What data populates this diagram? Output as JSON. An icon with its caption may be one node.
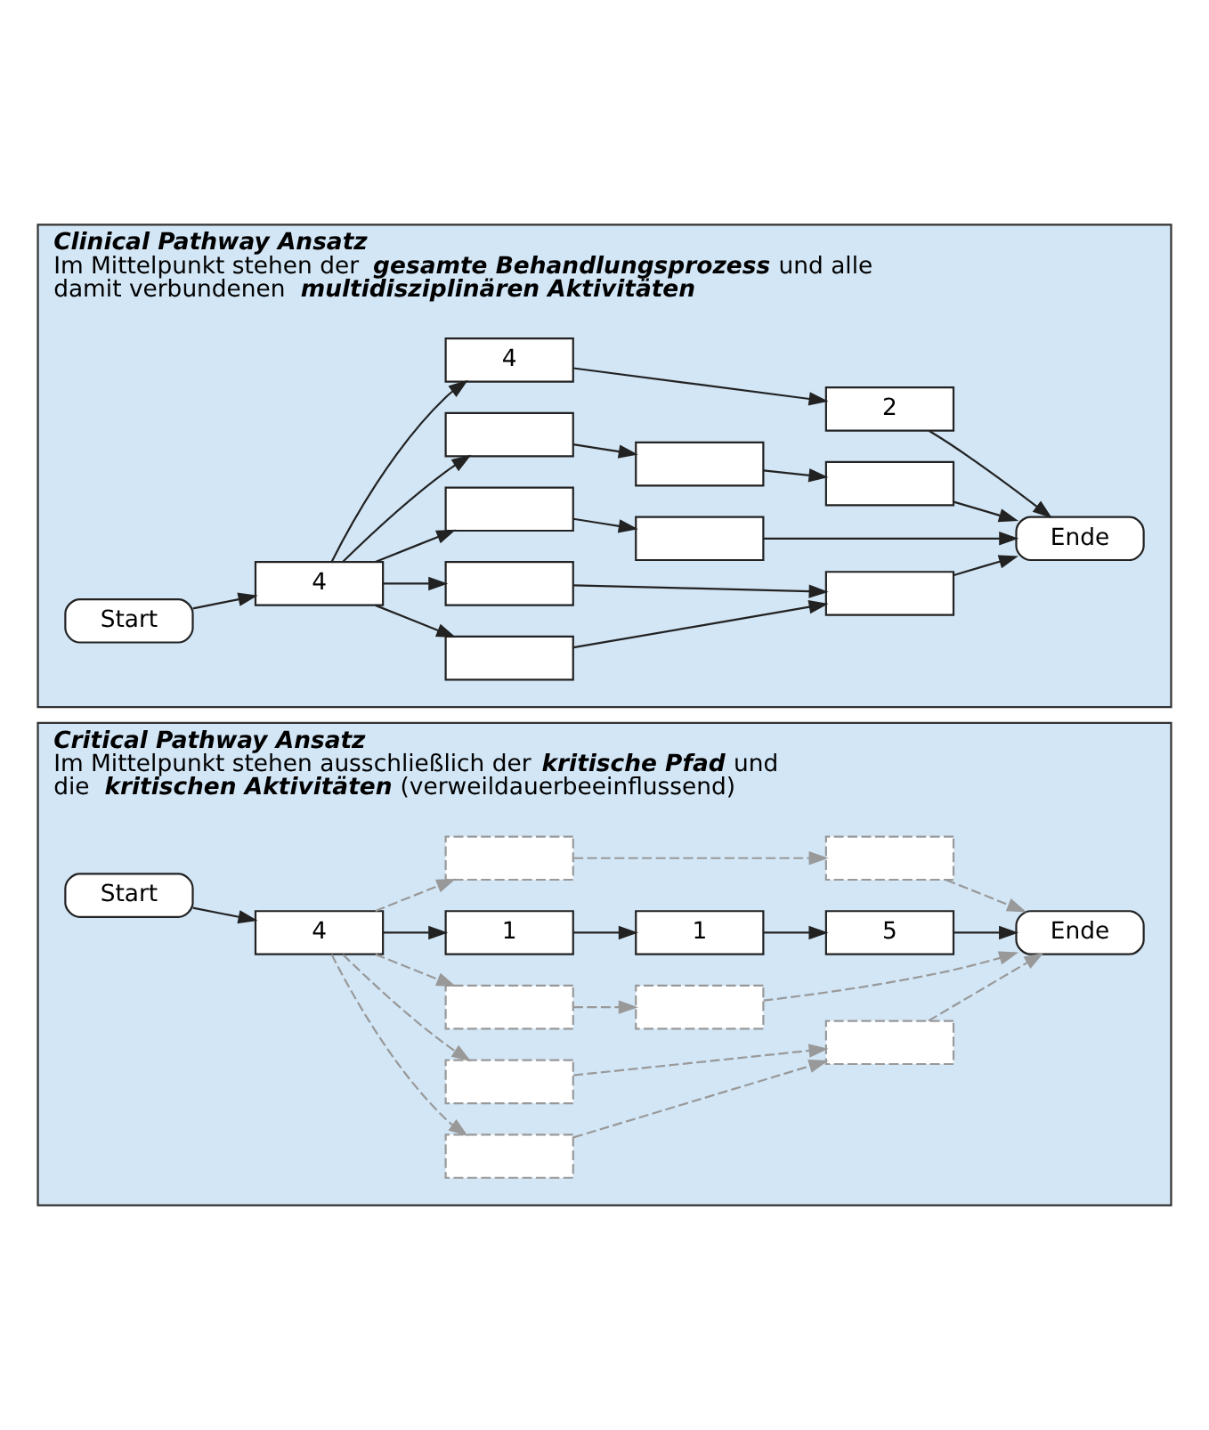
{
  "diagram": {
    "nodes": [
      {
        "text": [
          "Critical Pathway Ansatz",
          "Im Mittelpunkt stehen ausschließlich der **kritische Pfad** und die **kritischen Aktivitäten** (verweildauerbeeinflussend)"
        ]
      },
      {
        "text": [],
        "shape": "box",
        "in": 0
      },
      {
        "text": [],
        "shape": "box",
        "in": 0
      },
      {
        "text": [
          "Start"
        ],
        "in": 0
      },
      {
        "text": [
          "4"
        ],
        "in": 0
      },
      {
        "text": [
          "1"
        ],
        "in": 0
      },
      {
        "text": [
          "1"
        ],
        "in": 0
      },
      {
        "text": [
          "5"
        ],
        "in": 0
      },
      {
        "text": [
          "Ende"
        ],
        "in": 0
      },
      {
        "text": [],
        "shape": "box",
        "in": 0
      },
      {
        "text": [],
        "shape": "box",
        "in": 0
      },
      {
        "text": [],
        "shape": "box",
        "in": 0
      },
      {
        "text": [],
        "shape": "box",
        "in": 0
      },
      {
        "text": [],
        "shape": "box",
        "in": 0
      },
      {
        "text": [
          "Clinical Pathway Ansatz",
          "Im Mittelpunkt stehen der **gesamte Behandlungsprozess** und alle damit verbundenen **multidisziplinären Aktivitäten**"
        ]
      },
      {
        "text": [
          "4"
        ],
        "in": 14
      },
      {
        "text": [
          "2"
        ],
        "in": 14
      },
      {
        "text": [
          "Start"
        ],
        "in": 14
      },
      {
        "text": [
          "4"
        ],
        "in": 14
      },
      {
        "text": [],
        "shape": "box",
        "in": 14
      },
      {
        "text": [],
        "shape": "box",
        "in": 14
      },
      {
        "text": [],
        "shape": "box",
        "in": 14
      },
      {
        "text": [
          "Ende"
        ],
        "in": 14
      },
      {
        "text": [],
        "shape": "box",
        "in": 14
      },
      {
        "text": [],
        "shape": "box",
        "in": 14
      },
      {
        "text": [],
        "shape": "box",
        "in": 14
      },
      {
        "text": [],
        "shape": "box",
        "in": 14
      },
      {
        "text": [],
        "shape": "box",
        "in": 14
      }
    ],
    "edges": [
      {
        "from": 4,
        "to": 1,
        "arrow": "to",
        "style": "dashed",
        "color": "#999999"
      },
      {
        "from": 1,
        "to": 2,
        "arrow": "to",
        "style": "dashed",
        "color": "#999999"
      },
      {
        "from": 2,
        "to": 8,
        "arrow": "to",
        "style": "dashed",
        "color": "#999999"
      },
      {
        "from": 3,
        "to": 4,
        "arrow": "to"
      },
      {
        "from": 4,
        "to": 5,
        "arrow": "to"
      },
      {
        "from": 5,
        "to": 6,
        "arrow": "to"
      },
      {
        "from": 6,
        "to": 7,
        "arrow": "to"
      },
      {
        "from": 7,
        "to": 8,
        "arrow": "to"
      },
      {
        "from": 4,
        "to": 9,
        "arrow": "to",
        "style": "dashed",
        "color": "#999999"
      },
      {
        "from": 9,
        "to": 10,
        "arrow": "to",
        "style": "dashed",
        "color": "#999999"
      },
      {
        "from": 10,
        "to": 8,
        "arrow": "to",
        "style": "dashed",
        "color": "#999999"
      },
      {
        "from": 4,
        "to": 11,
        "arrow": "to",
        "style": "dashed",
        "color": "#999999"
      },
      {
        "from": 11,
        "to": 12,
        "arrow": "to",
        "style": "dashed",
        "color": "#999999"
      },
      {
        "from": 12,
        "to": 8,
        "arrow": "to",
        "style": "dashed",
        "color": "#999999"
      },
      {
        "from": 4,
        "to": 13,
        "arrow": "to",
        "style": "dashed",
        "color": "#999999"
      },
      {
        "from": 13,
        "to": 12,
        "arrow": "to",
        "style": "dashed",
        "color": "#999999"
      },
      {
        "from": 18,
        "to": 15,
        "arrow": "to"
      },
      {
        "from": 15,
        "to": 16,
        "arrow": "to"
      },
      {
        "from": 16,
        "to": 22,
        "arrow": "to"
      },
      {
        "from": 17,
        "to": 18,
        "arrow": "to"
      },
      {
        "from": 18,
        "to": 19,
        "arrow": "to"
      },
      {
        "from": 19,
        "to": 20,
        "arrow": "to"
      },
      {
        "from": 20,
        "to": 21,
        "arrow": "to"
      },
      {
        "from": 21,
        "to": 22,
        "arrow": "to"
      },
      {
        "from": 18,
        "to": 23,
        "arrow": "to"
      },
      {
        "from": 23,
        "to": 24,
        "arrow": "to"
      },
      {
        "from": 24,
        "to": 22,
        "arrow": "to"
      },
      {
        "from": 18,
        "to": 25,
        "arrow": "to"
      },
      {
        "from": 25,
        "to": 26,
        "arrow": "to"
      },
      {
        "from": 26,
        "to": 22,
        "arrow": "to"
      },
      {
        "from": 18,
        "to": 27,
        "arrow": "to"
      },
      {
        "from": 27,
        "to": 26,
        "arrow": "to"
      }
    ]
  }
}
